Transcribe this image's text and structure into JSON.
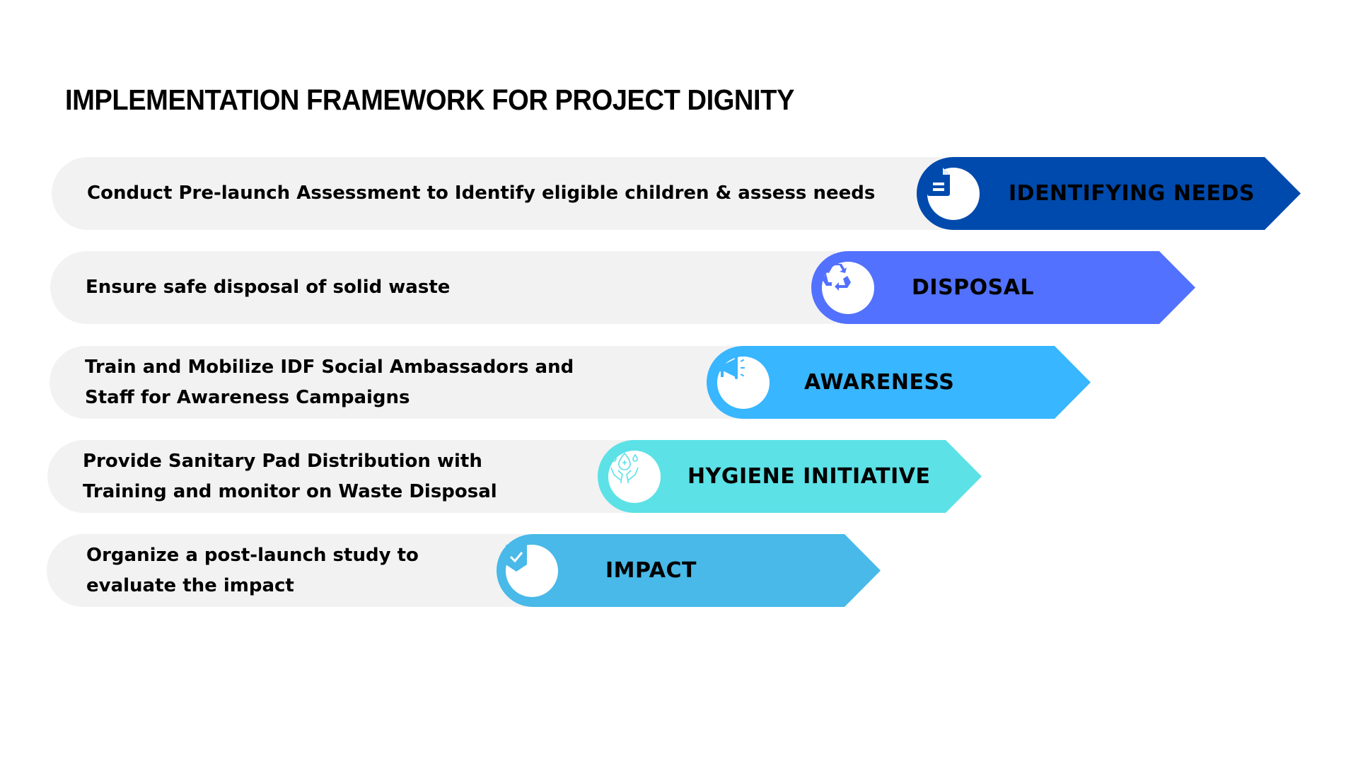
{
  "title": "IMPLEMENTATION FRAMEWORK FOR PROJECT DIGNITY",
  "steps": [
    {
      "description_lines": [
        "Conduct Pre-launch Assessment to Identify eligible children & assess needs"
      ],
      "label": "IDENTIFYING NEEDS",
      "icon": "document-icon",
      "color": "#004aad"
    },
    {
      "description_lines": [
        "Ensure safe disposal of solid waste"
      ],
      "label": "DISPOSAL",
      "icon": "recycle-icon",
      "color": "#5271ff"
    },
    {
      "description_lines": [
        "Train and Mobilize IDF Social Ambassadors and",
        "Staff for Awareness Campaigns"
      ],
      "label": "AWARENESS",
      "icon": "megaphone-icon",
      "color": "#38b6ff"
    },
    {
      "description_lines": [
        "Provide Sanitary Pad Distribution with",
        "Training and monitor on Waste Disposal"
      ],
      "label": "HYGIENE INITIATIVE",
      "icon": "hygiene-hands-icon",
      "color": "#5ce1e6"
    },
    {
      "description_lines": [
        "Organize a post-launch study to",
        "evaluate the impact"
      ],
      "label": "IMPACT",
      "icon": "shield-check-icon",
      "color": "#48b9e8"
    }
  ]
}
